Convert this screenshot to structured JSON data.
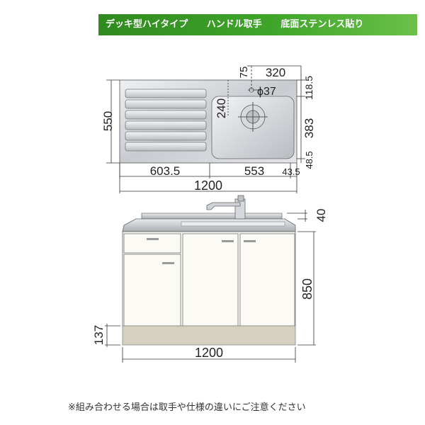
{
  "banner": {
    "items": [
      "デッキ型ハイタイプ",
      "ハンドル取手",
      "底面ステンレス貼り"
    ]
  },
  "top_view": {
    "depth": "550",
    "left_width": "603.5",
    "mid_width": "553",
    "right_offset": "43.5",
    "total_width": "1200",
    "bowl_width": "320",
    "faucet_offset": "75",
    "hole_diameter": "ϕ37",
    "hole_height": "240",
    "back_margin": "118.5",
    "bowl_depth": "383",
    "front_margin": "48.5"
  },
  "front_view": {
    "deck_height": "40",
    "counter_height": "850",
    "plinth_height": "137",
    "total_width": "1200"
  },
  "note": "※組み合わせる場合は取手や仕様の違いにご注意ください",
  "colors": {
    "banner": "#3a9a26",
    "cabinet": "#f7f5ef",
    "plinth": "#d6d1bf",
    "steel": "#c9ccd0"
  }
}
